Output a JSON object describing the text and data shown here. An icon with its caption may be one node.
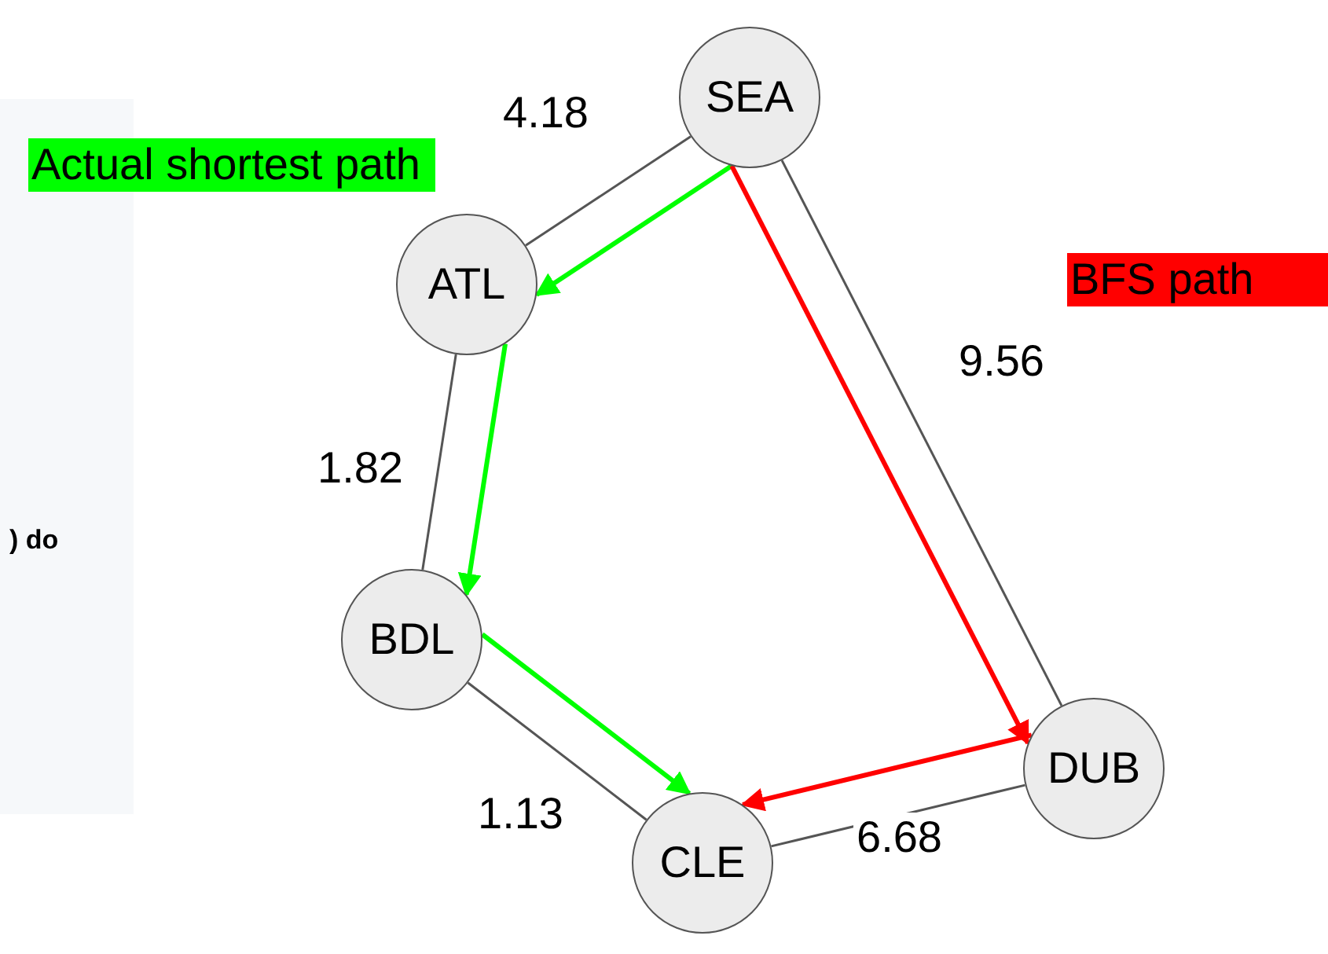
{
  "diagram": {
    "nodes": [
      {
        "text": [
          "SEA"
        ]
      },
      {
        "text": [
          "ATL"
        ]
      },
      {
        "text": [
          "BDL"
        ]
      },
      {
        "text": [
          "CLE"
        ]
      },
      {
        "text": [
          "DUB"
        ]
      }
    ],
    "edges": [
      {
        "from": 0,
        "to": 1,
        "arrow": "none",
        "label": "4.18"
      },
      {
        "from": 1,
        "to": 2,
        "arrow": "none",
        "label": "1.82"
      },
      {
        "from": 2,
        "to": 3,
        "arrow": "none",
        "label": "1.13"
      },
      {
        "from": 3,
        "to": 4,
        "arrow": "none",
        "label": "6.68"
      },
      {
        "from": 0,
        "to": 4,
        "arrow": "none",
        "label": "9.56"
      },
      {
        "from": 0,
        "to": 1,
        "arrow": "to",
        "style": "thick",
        "color": "#00ff00"
      },
      {
        "from": 1,
        "to": 2,
        "arrow": "to",
        "style": "thick",
        "color": "#00ff00"
      },
      {
        "from": 2,
        "to": 3,
        "arrow": "to",
        "style": "thick",
        "color": "#00ff00"
      },
      {
        "from": 0,
        "to": 4,
        "arrow": "to",
        "style": "thick",
        "color": "#ff0000"
      },
      {
        "from": 4,
        "to": 3,
        "arrow": "to",
        "style": "thick",
        "color": "#ff0000"
      }
    ],
    "labels": [
      ") do"
    ],
    "legend": [
      {
        "text": "Actual shortest path",
        "color": "#00ff00"
      },
      {
        "text": "BFS path",
        "color": "#ff0000"
      }
    ]
  }
}
